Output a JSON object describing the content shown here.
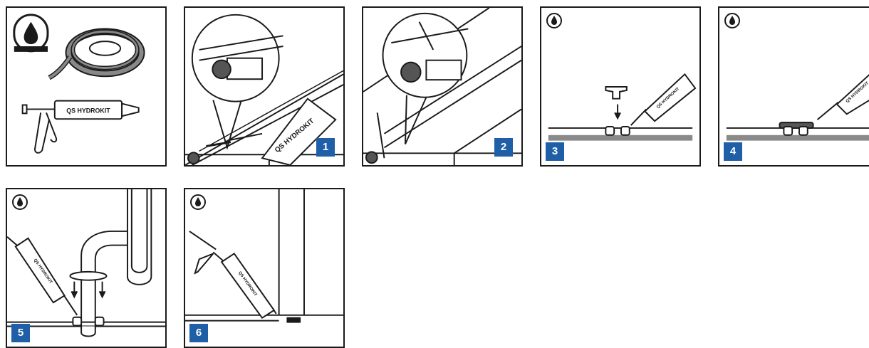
{
  "product_label": "QS HYDROKIT",
  "steps": [
    {
      "number": "1"
    },
    {
      "number": "2"
    },
    {
      "number": "3"
    },
    {
      "number": "4"
    },
    {
      "number": "5"
    },
    {
      "number": "6"
    }
  ],
  "icons": {
    "water_drop": "water-drop-icon",
    "hydrokit_roll": "sealing-cord-roll-icon",
    "caulking_gun": "caulking-gun-icon"
  },
  "colors": {
    "badge": "#1f5fa8",
    "outline": "#1a1a1a",
    "floor": "#8a8a8a"
  }
}
